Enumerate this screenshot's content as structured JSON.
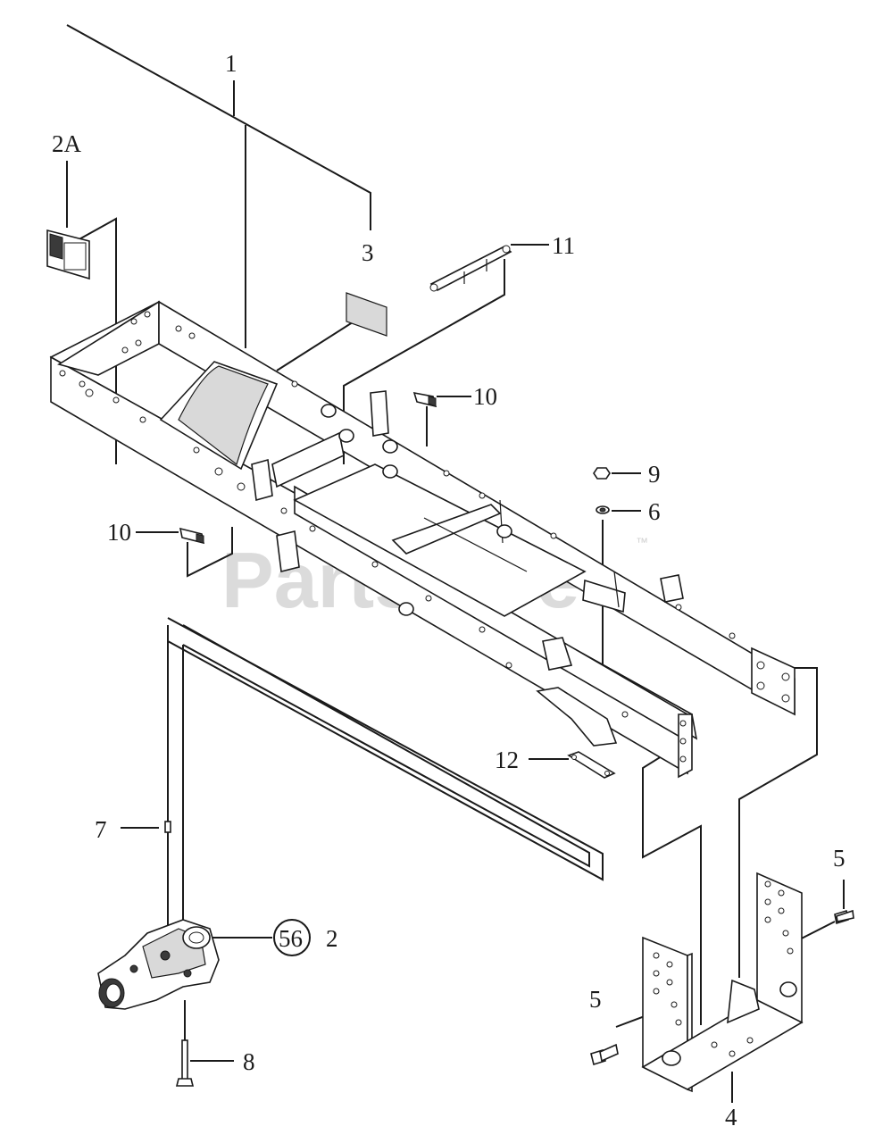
{
  "watermark": {
    "text": "PartsTree",
    "trademark": "™"
  },
  "callouts": {
    "c1": "1",
    "c2A": "2A",
    "c3": "3",
    "c11": "11",
    "c10a": "10",
    "c10b": "10",
    "c9": "9",
    "c6": "6",
    "c12": "12",
    "c7": "7",
    "c56": "56",
    "c2": "2",
    "c8": "8",
    "c5a": "5",
    "c5b": "5",
    "c4": "4"
  }
}
